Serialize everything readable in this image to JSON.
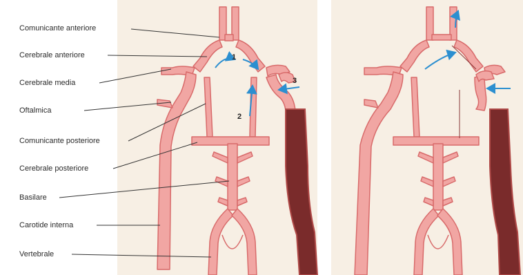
{
  "labels": {
    "comunicante_anteriore": "Comunicante anteriore",
    "cerebrale_anteriore": "Cerebrale anteriore",
    "cerebrale_media": "Cerebrale media",
    "oftalmica": "Oftalmica",
    "comunicante_posteriore": "Comunicante posteriore",
    "cerebrale_posteriore": "Cerebrale posteriore",
    "basilare": "Basilare",
    "carotide_interna": "Carotide interna",
    "vertebrale": "Vertebrale"
  },
  "flow_markers": {
    "m1": "1",
    "m2": "2",
    "m3": "3"
  },
  "colors": {
    "artery_fill": "#f1a6a3",
    "artery_stroke": "#d86a6a",
    "artery_highlight": "#fbd3d1",
    "occluded_fill": "#7a2b2b",
    "occluded_edge": "#b04a48",
    "flow_arrow": "#2c8fd0",
    "background_tint": "#f7efe4",
    "leader_line": "#333333"
  }
}
